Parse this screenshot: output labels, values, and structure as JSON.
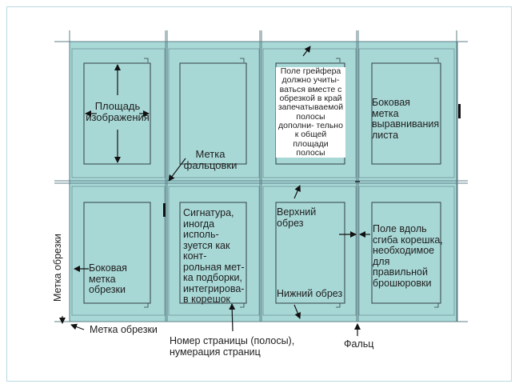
{
  "colors": {
    "page_fill": "#a9d9d7",
    "cell_fill": "#a8d8d6",
    "guide_line": "#5c7f87",
    "box_line": "#2f3e44",
    "frame": "#b8d9e4",
    "mark": "#111111"
  },
  "labels": {
    "image_area": "Площадь изображения",
    "fold_mark": "Метка фальцовки",
    "gripper_note": "Поле грейфера должно учиты- ваться вместе с обрезкой в край запечатываемой полосы дополни- тельно к общей площади полосы",
    "side_registration_mark": "Боковая метка выравнивания листа",
    "side_trim_mark": "Боковая метка обрезки",
    "signature_note": "Сигнатура, иногда исполь- зуется как конт- рольная мет- ка подборки, интегрирова- в корешок",
    "head_trim": "Верхний обрез",
    "foot_trim": "Нижний обрез",
    "spine_margin_note": "Поле вдоль сгиба корешка, необходимое для правильной брошюровки",
    "trim_mark_vertical": "Метка обрезки",
    "trim_mark_bottom": "Метка обрезки",
    "page_numbering": "Номер страницы (полосы), нумерация страниц",
    "fold": "Фальц"
  },
  "icons": {
    "arrow": "arrow-icon",
    "registration_bar": "registration-bar-icon"
  }
}
